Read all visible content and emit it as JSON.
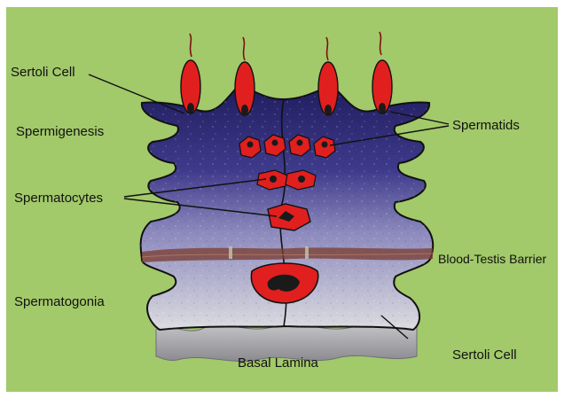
{
  "colors": {
    "background": "#a2c96a",
    "tubule_top": "#1f1d5e",
    "tubule_mid": "#4e4a9a",
    "tubule_bottom": "#d2d2d6",
    "cell_red": "#e11f1f",
    "nucleus": "#1a1a1a",
    "basal_lamina": "#9b9ba0",
    "barrier": "#7a3b2e"
  },
  "labels": {
    "sertoli_cell_top": "Sertoli Cell",
    "spermigenesis": "Spermigenesis",
    "spermatids": "Spermatids",
    "spermatocytes": "Spermatocytes",
    "blood_testis_barrier": "Blood-Testis Barrier",
    "spermatogonia": "Spermatogonia",
    "sertoli_cell_bottom": "Sertoli Cell",
    "basal_lamina": "Basal Lamina"
  }
}
